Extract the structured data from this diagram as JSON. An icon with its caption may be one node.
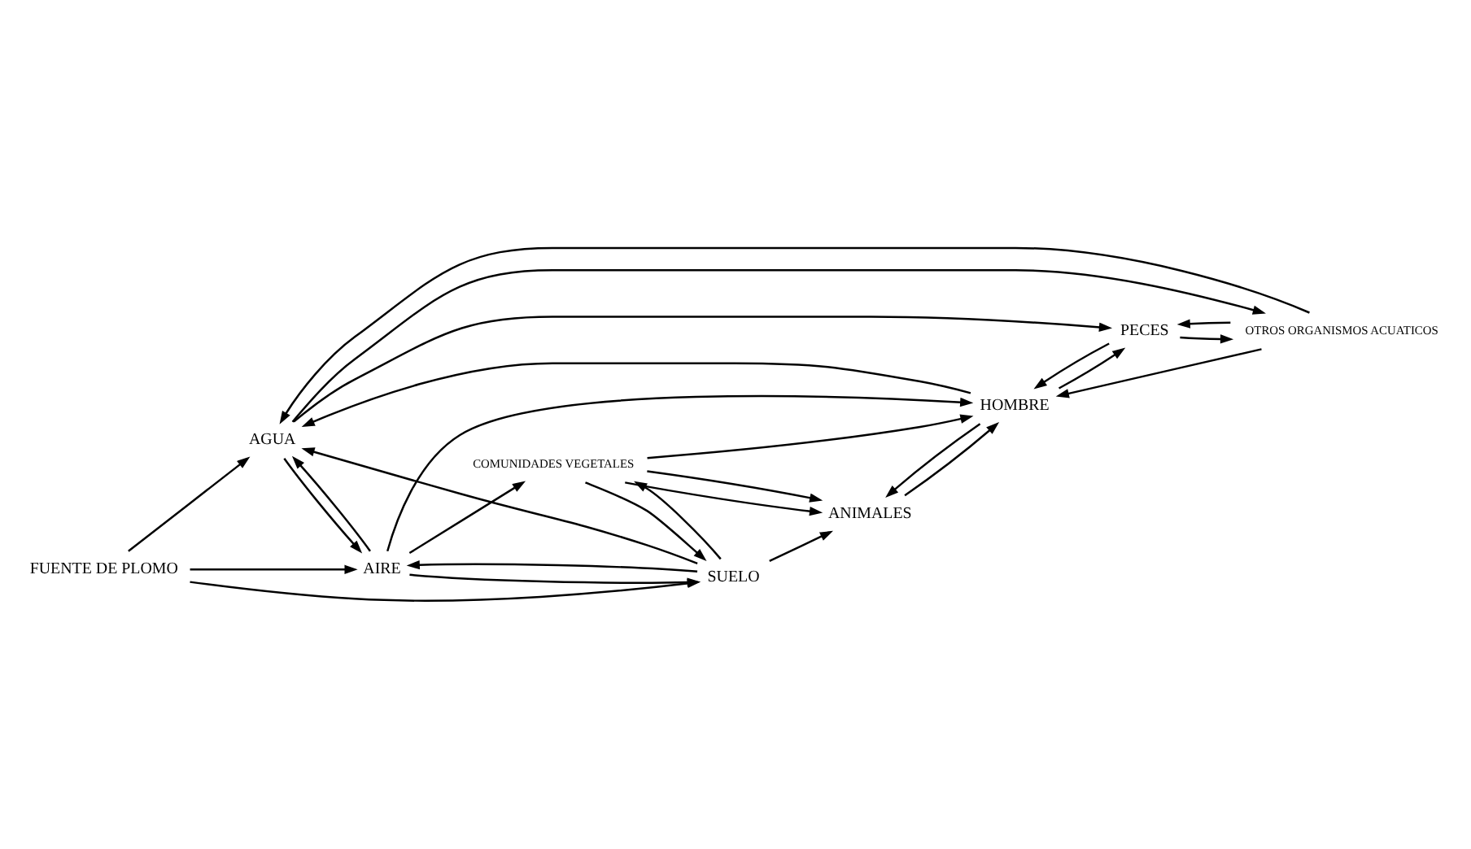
{
  "diagram": {
    "nodes": [
      {
        "text": [
          "FUENTE DE PLOMO"
        ]
      },
      {
        "text": [
          "AGUA"
        ]
      },
      {
        "text": [
          "AIRE"
        ]
      },
      {
        "text": [
          "SUELO"
        ]
      },
      {
        "text": [
          "OTROS ORGANISMOS ACUATICOS"
        ]
      },
      {
        "text": [
          "PECES"
        ]
      },
      {
        "text": [
          "HOMBRE"
        ]
      },
      {
        "text": [
          "COMUNIDADES VEGETALES"
        ]
      },
      {
        "text": [
          "ANIMALES"
        ]
      }
    ],
    "edges": [
      {
        "from": 0,
        "to": 1,
        "arrow": "to"
      },
      {
        "from": 0,
        "to": 2,
        "arrow": "to"
      },
      {
        "from": 0,
        "to": 3,
        "arrow": "to"
      },
      {
        "from": 3,
        "to": 1,
        "arrow": "to"
      },
      {
        "from": 1,
        "to": 2,
        "arrow": "to"
      },
      {
        "from": 2,
        "to": 1,
        "arrow": "to"
      },
      {
        "from": 2,
        "to": 3,
        "arrow": "to"
      },
      {
        "from": 3,
        "to": 2,
        "arrow": "to"
      },
      {
        "from": 1,
        "to": 4,
        "arrow": "to"
      },
      {
        "from": 4,
        "to": 1,
        "arrow": "to"
      },
      {
        "from": 1,
        "to": 5,
        "arrow": "to"
      },
      {
        "from": 4,
        "to": 5,
        "arrow": "to"
      },
      {
        "from": 5,
        "to": 4,
        "arrow": "to"
      },
      {
        "from": 4,
        "to": 6,
        "arrow": "to"
      },
      {
        "from": 2,
        "to": 6,
        "arrow": "to"
      },
      {
        "from": 2,
        "to": 7,
        "arrow": "to"
      },
      {
        "from": 5,
        "to": 6,
        "arrow": "to"
      },
      {
        "from": 6,
        "to": 5,
        "arrow": "to"
      },
      {
        "from": 6,
        "to": 1,
        "arrow": "to"
      },
      {
        "from": 3,
        "to": 7,
        "arrow": "to"
      },
      {
        "from": 7,
        "to": 3,
        "arrow": "to"
      },
      {
        "from": 7,
        "to": 6,
        "arrow": "to"
      },
      {
        "from": 7,
        "to": 8,
        "arrow": "to"
      },
      {
        "from": 7,
        "to": 8,
        "arrow": "to"
      },
      {
        "from": 3,
        "to": 8,
        "arrow": "to"
      },
      {
        "from": 6,
        "to": 8,
        "arrow": "to"
      },
      {
        "from": 8,
        "to": 6,
        "arrow": "to"
      }
    ]
  }
}
